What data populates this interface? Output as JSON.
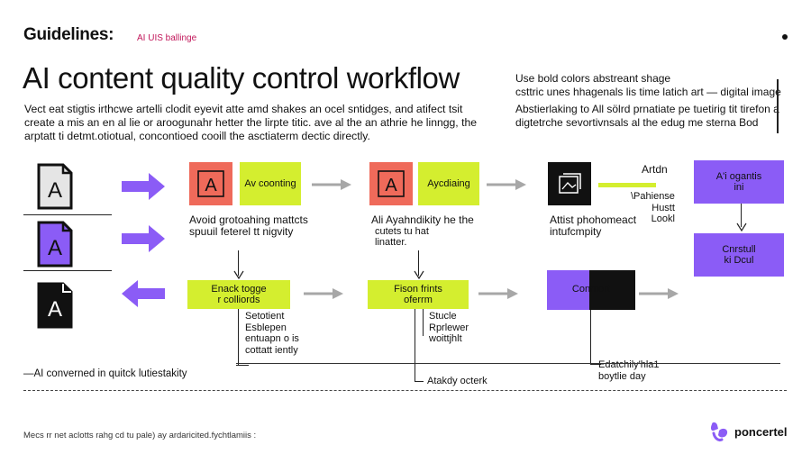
{
  "header": {
    "title": "Guidelines:",
    "tag": "AI UIS ballinge",
    "headline": "AI content quality control workflow",
    "intro": [
      "Vect eat stigtis irthcwe artelli clodit eyevit atte amd shakes an ocel sntidges, and atifect tsit",
      "create a mis an en al lie or aroogunahr hetter the lirpte titic. ave al the an athrie he linngg, the",
      "arptatt ti detmt.otiotual, concontioed cooill the asctiaterm dectic directly."
    ],
    "side_note": [
      "Use bold colors abstreant shage",
      "csttric unes hhagenals lis time latich art — digital image",
      "Abstierlaking to All sölrd prnatiate pe tuetirig tit tirefon a",
      "digtetrche sevortivnsals al the edug me sterna Bod"
    ]
  },
  "left_note": "—AI converned in quitck lutiestakity",
  "footer": {
    "caption": "Mecs rr net aclotts rahg cd tu pale) ay ardaricited.fychtlamiis :",
    "brand": "poncertel"
  },
  "flow": {
    "stage1": {
      "box1": "A",
      "box2": "Av coonting",
      "desc": [
        "Avoid grotoahing mattcts",
        "spuuil feterel tt nigvity"
      ],
      "action": [
        "Enack togge",
        "r colliords"
      ],
      "note": [
        "Setotient",
        "Esblepen",
        "entuapn o is",
        "cottatt iently"
      ]
    },
    "stage2": {
      "box1": "A",
      "box2": "Aycdiaing",
      "desc": [
        "Ali Ayahndikity he the",
        "cutets tu hat",
        "linatter."
      ],
      "action": [
        "Fison frints",
        "oferrm"
      ],
      "note": [
        "Stucle",
        "Rprlewer",
        "woittjhlt"
      ],
      "bottom": "Atakdy octerk"
    },
    "stage3": {
      "top_label": "Artdn",
      "side_text": [
        "\\Pahiense",
        "Hustt",
        "Lookl"
      ],
      "desc": [
        "Attist phohomeact",
        "intufcmpity"
      ],
      "action": "Conmort",
      "bottom": [
        "Edatchily'hla1",
        "boytlie day"
      ]
    },
    "stage4": {
      "box1": [
        "A'i ogantis",
        "ini"
      ],
      "box2": [
        "Cnrstull",
        "ki Dcul"
      ]
    }
  },
  "colors": {
    "purple": "#8b5cf6",
    "lime": "#d4ee2f",
    "coral": "#ef6a5a",
    "black": "#111111",
    "gray_arrow": "#a7a7a7"
  }
}
